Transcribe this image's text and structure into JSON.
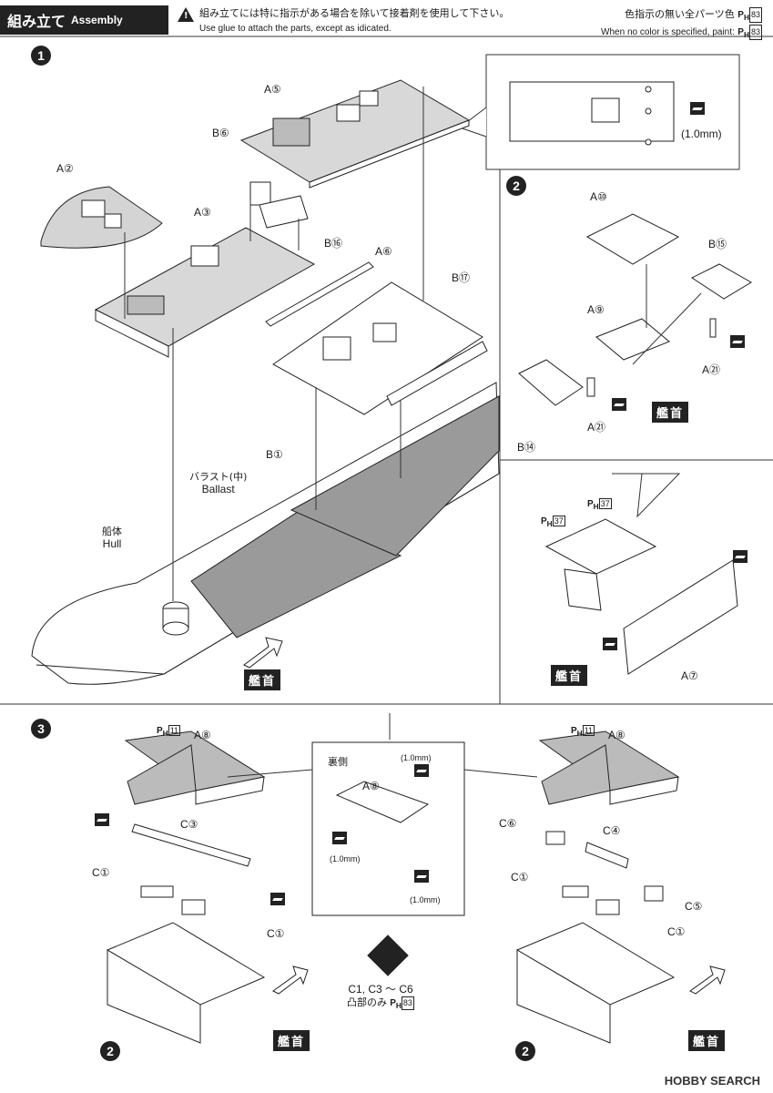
{
  "header": {
    "title_jp": "組み立て",
    "title_en": "Assembly",
    "warn_icon": "!",
    "warn_jp": "組み立てには特に指示がある場合を除いて接着剤を使用して下さい。",
    "warn_en": "Use glue to attach the parts, except as idicated.",
    "paint_jp": "色指示の無い全パーツ色",
    "paint_en": "When no color is specified, paint:",
    "paint_code_prefix": "P",
    "paint_code_sub": "H",
    "paint_code_num": "83"
  },
  "steps": [
    "1",
    "2",
    "3"
  ],
  "step1": {
    "labels": {
      "a5": "A⑤",
      "b6": "B⑥",
      "a2": "A②",
      "a3": "A③",
      "b16": "B⑯",
      "a6": "A⑥",
      "b17": "B⑰",
      "b1": "B①"
    },
    "ballast_jp": "バラスト(中)",
    "ballast_en": "Ballast",
    "hull_jp": "船体",
    "hull_en": "Hull",
    "bow": "艦首",
    "detail_hole": "(1.0mm)"
  },
  "step2": {
    "labels": {
      "a10": "A⑩",
      "b15": "B⑮",
      "a9": "A⑨",
      "a21_top": "A㉑",
      "a21_bot": "A㉑",
      "b14": "B⑭",
      "a7": "A⑦"
    },
    "bow_top": "艦首",
    "bow_bottom": "艦首",
    "paint_37a": "37",
    "paint_37b": "37"
  },
  "step3": {
    "left": {
      "ph": "11",
      "a8": "A⑧",
      "c3": "C③",
      "c1a": "C①",
      "c1b": "C①",
      "sub": "2",
      "bow": "艦首"
    },
    "center": {
      "title": "裏側",
      "a8": "A⑧",
      "hole1": "(1.0mm)",
      "hole2": "(1.0mm)",
      "hole3": "(1.0mm)",
      "note_line1": "C1, C3 ～ C6",
      "note_line2": "凸部のみ",
      "note_ph": "83"
    },
    "right": {
      "ph": "11",
      "a8": "A⑧",
      "c6": "C⑥",
      "c4": "C④",
      "c1a": "C①",
      "c5": "C⑤",
      "c1b": "C①",
      "sub": "2",
      "bow": "艦首"
    }
  },
  "watermark": "HOBBY SEARCH"
}
